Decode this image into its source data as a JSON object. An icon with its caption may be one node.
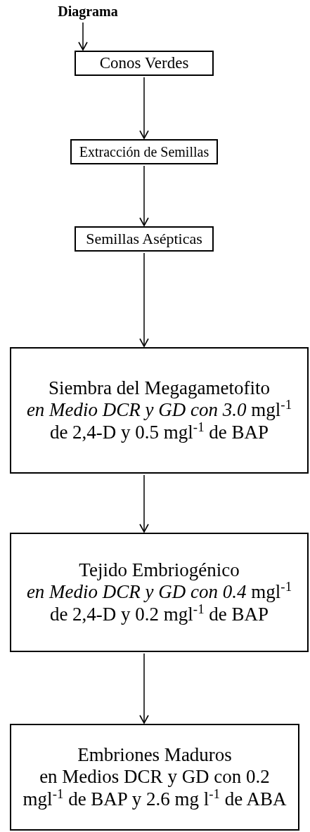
{
  "diagram": {
    "nodes": [
      {
        "text": [
          "Diagrama"
        ]
      },
      {
        "text": [
          "Conos Verdes"
        ]
      },
      {
        "text": [
          "Extracción de Semillas"
        ]
      },
      {
        "text": [
          "Semillas Asépticas"
        ]
      },
      {
        "text": [
          "Siembra del Megagametofito",
          "*en Medio DCR y GD con  3.0* mgl$^{-1}$ de 2,4-D y 0.5 mgl$^{-1}$ de BAP"
        ]
      },
      {
        "text": [
          "Tejido Embriogénico",
          "*en Medio DCR y GD con  0.4* mgl$^{-1}$ de 2,4-D y 0.2 mgl$^{-1}$ de BAP"
        ]
      },
      {
        "text": [
          "Embriones Maduros",
          "en Medios DCR y GD con  0.2 mgl$^{-1}$ de BAP y 2.6 mg l$^{-1}$ de ABA"
        ]
      }
    ],
    "edges": [
      {
        "from": 0,
        "to": 1,
        "arrow": "to"
      },
      {
        "from": 1,
        "to": 2,
        "arrow": "to"
      },
      {
        "from": 2,
        "to": 3,
        "arrow": "to"
      },
      {
        "from": 3,
        "to": 4,
        "arrow": "to"
      },
      {
        "from": 4,
        "to": 5,
        "arrow": "to"
      },
      {
        "from": 5,
        "to": 6,
        "arrow": "to"
      }
    ]
  }
}
